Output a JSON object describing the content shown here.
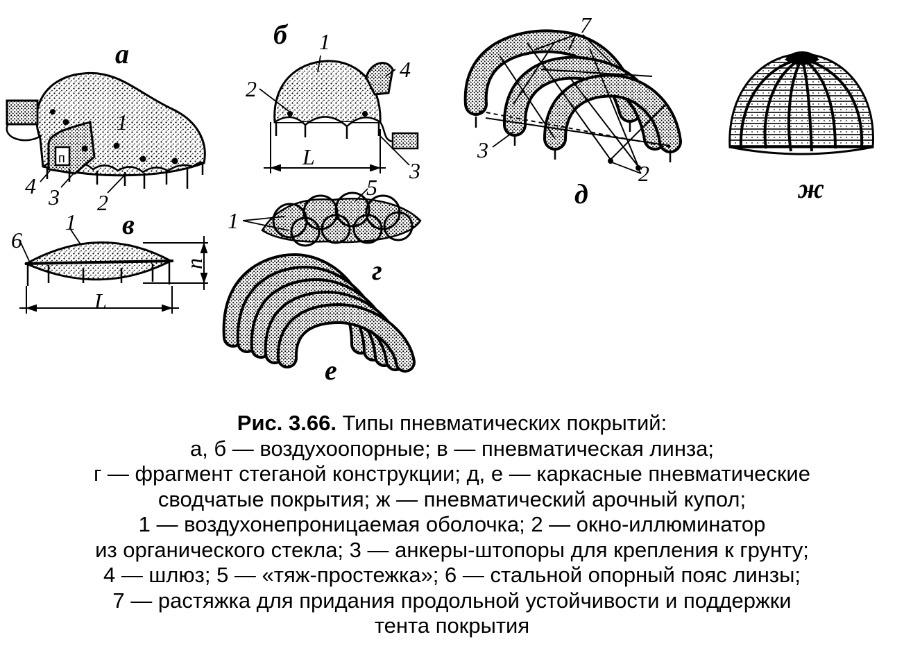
{
  "panels": {
    "a": "а",
    "b": "б",
    "v": "в",
    "g": "г",
    "d": "д",
    "e": "е",
    "zh": "ж"
  },
  "labels": {
    "a": [
      "1",
      "2",
      "3",
      "4"
    ],
    "b": [
      "1",
      "2",
      "3",
      "4",
      "L"
    ],
    "v": [
      "1",
      "6",
      "L",
      "n"
    ],
    "g": [
      "1",
      "5"
    ],
    "d": [
      "7",
      "3",
      "2"
    ]
  },
  "caption": {
    "title": "Рис. 3.66.",
    "title_rest": " Типы пневматических покрытий:",
    "lines": [
      "а, б — воздухоопорные; в — пневматическая линза;",
      "г — фрагмент стеганой конструкции; д, е — каркасные пневматические",
      "сводчатые покрытия; ж — пневматический арочный купол;",
      "1 — воздухонепроницаемая оболочка; 2 — окно-иллюминатор",
      "из органического стекла; 3 — анкеры-штопоры для крепления к грунту;",
      "4 — шлюз; 5 — «тяж-простежка»; 6 — стальной опорный пояс линзы;",
      "7 — растяжка для придания продольной устойчивости и поддержки",
      "тента покрытия"
    ]
  }
}
